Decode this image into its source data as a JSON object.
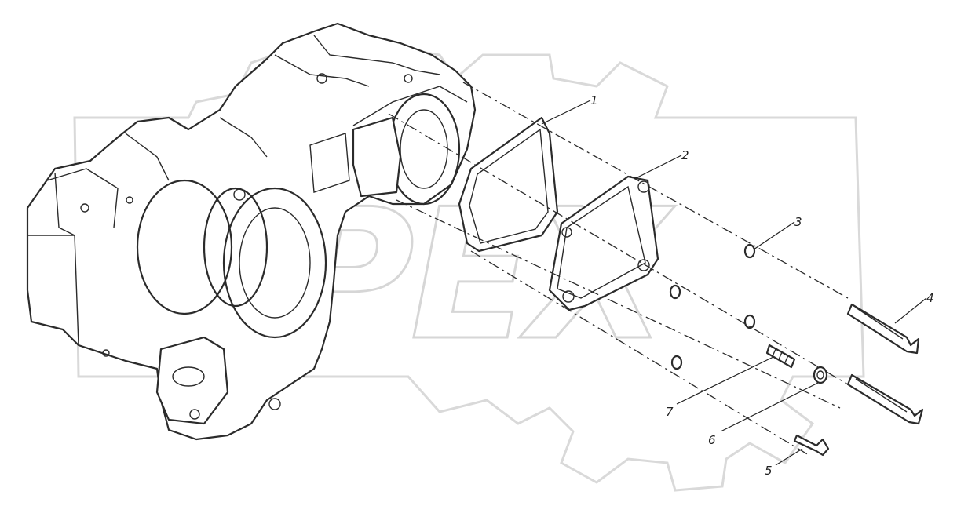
{
  "watermark": {
    "text": "OPEX",
    "color": "#d6d6d6"
  },
  "callouts": [
    {
      "id": "1",
      "label": "1"
    },
    {
      "id": "2",
      "label": "2"
    },
    {
      "id": "3",
      "label": "3"
    },
    {
      "id": "4",
      "label": "4"
    },
    {
      "id": "5",
      "label": "5"
    },
    {
      "id": "6",
      "label": "6"
    },
    {
      "id": "7",
      "label": "7"
    }
  ],
  "corner_mark": "",
  "line_color": "#2b2b2b"
}
